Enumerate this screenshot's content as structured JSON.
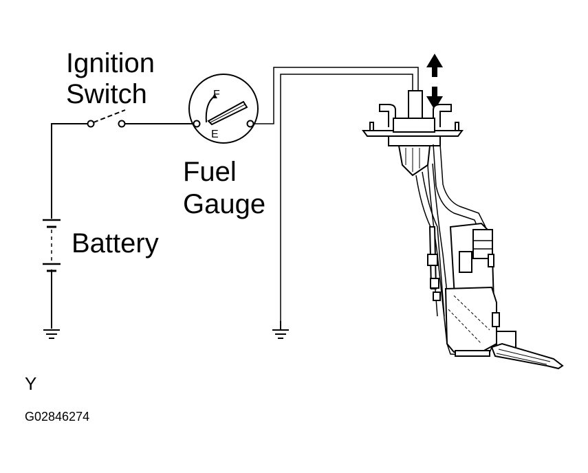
{
  "labels": {
    "ignition_line1": "Ignition",
    "ignition_line2": "Switch",
    "fuel_line1": "Fuel",
    "fuel_line2": "Gauge",
    "battery": "Battery",
    "gauge_full": "F",
    "gauge_empty": "E",
    "corner_letter": "Y",
    "figure_code": "G02846274"
  }
}
